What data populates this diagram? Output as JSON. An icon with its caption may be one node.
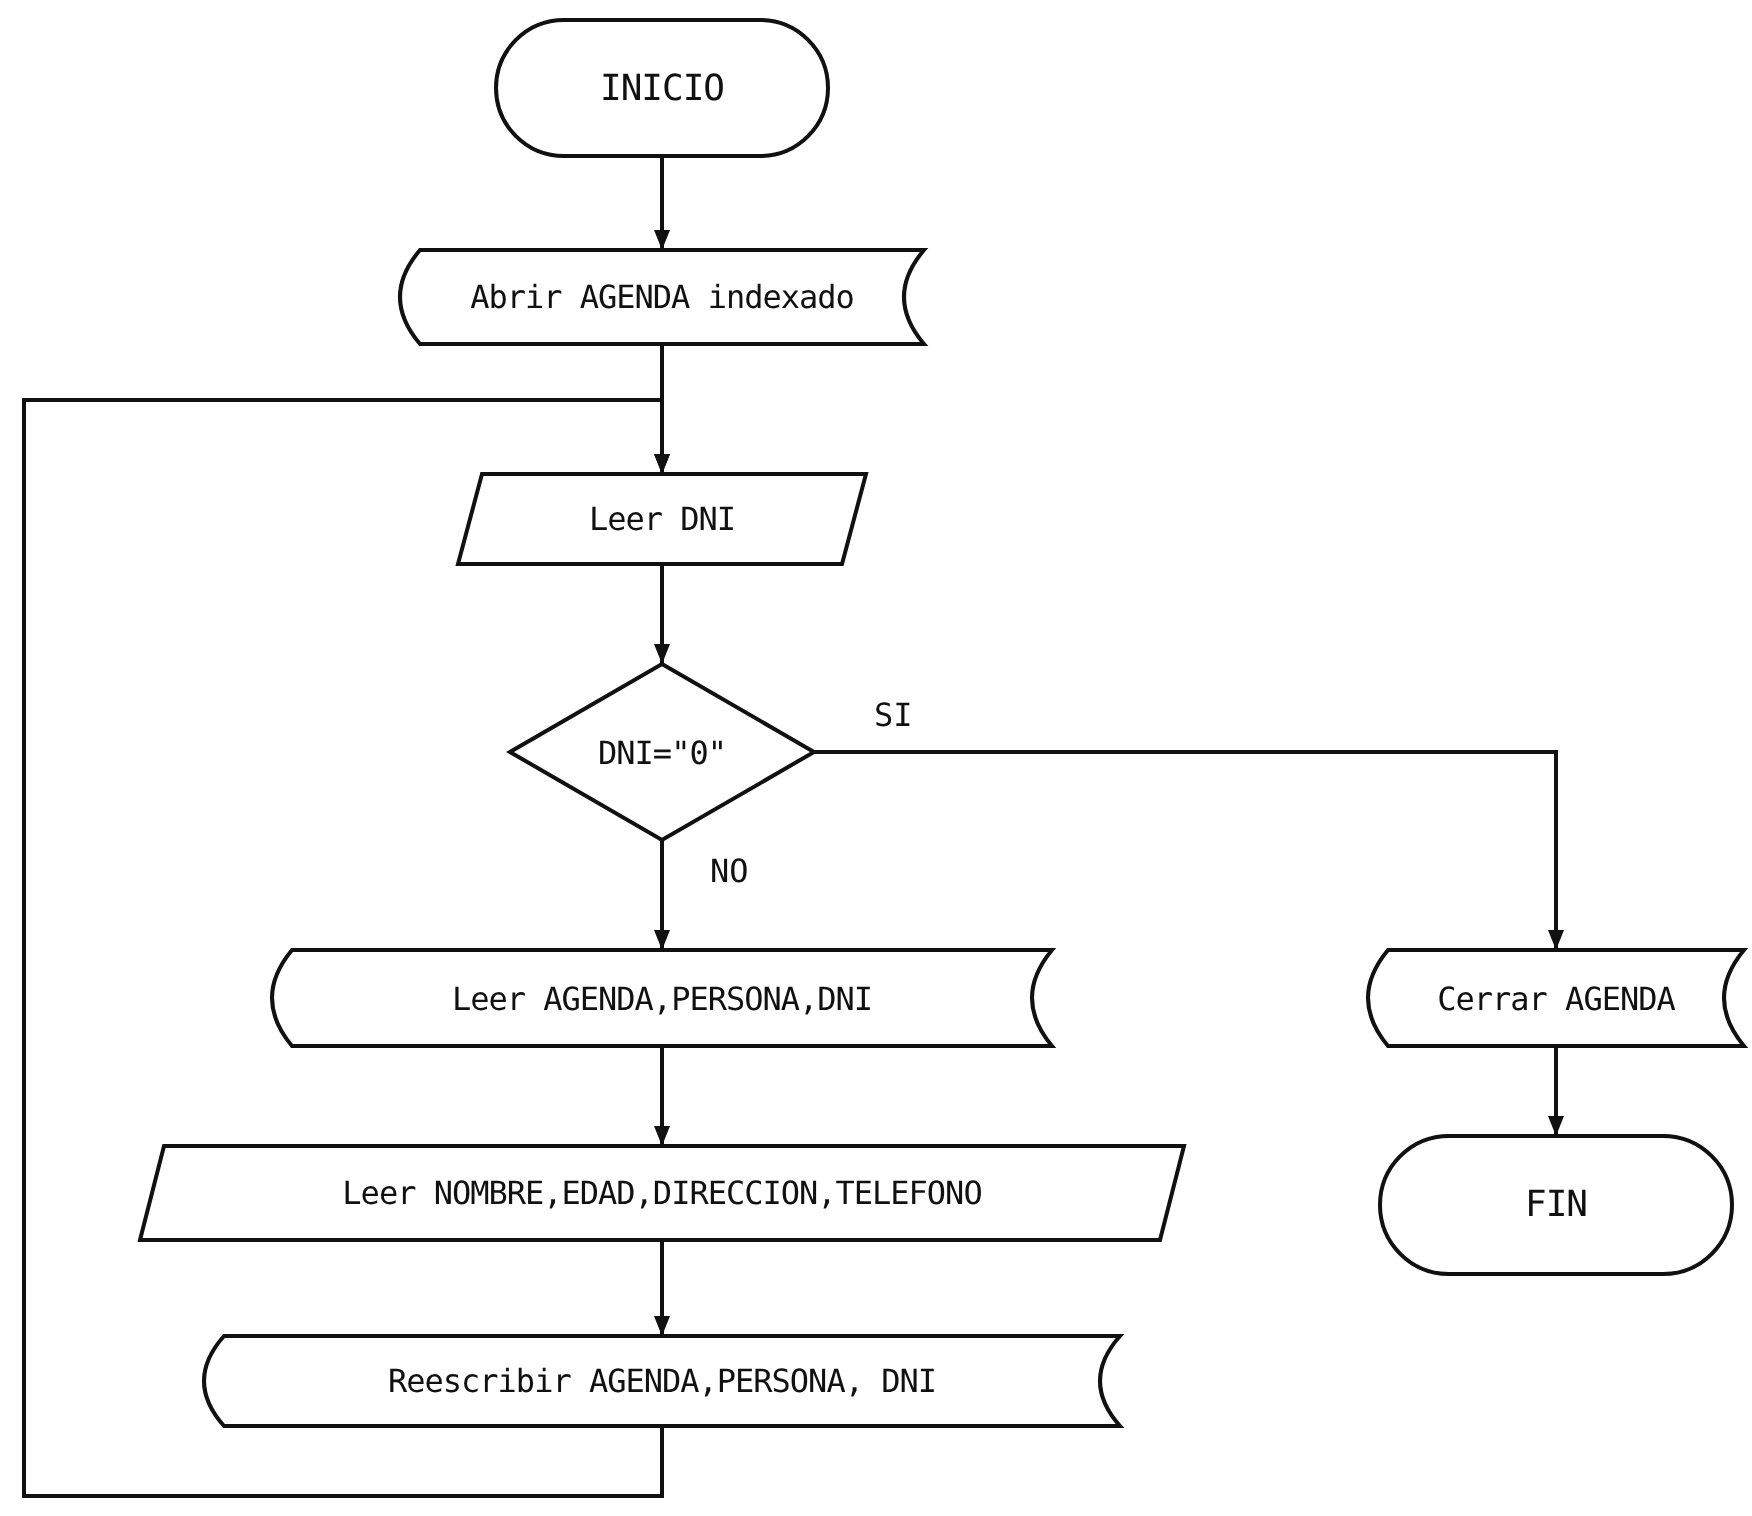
{
  "diagram": {
    "nodes": [
      {
        "text": [
          "INICIO"
        ]
      },
      {
        "text": [
          "Abrir AGENDA indexado"
        ]
      },
      {
        "text": [
          "Leer DNI"
        ]
      },
      {
        "text": [
          "DNI=\"0\""
        ]
      },
      {
        "text": [
          "Leer AGENDA,PERSONA,DNI"
        ]
      },
      {
        "text": [
          "Leer NOMBRE,EDAD,DIRECCION,TELEFONO"
        ]
      },
      {
        "text": [
          "Reescribir AGENDA,PERSONA, DNI"
        ]
      },
      {
        "text": [
          "Cerrar AGENDA"
        ]
      },
      {
        "text": [
          "FIN"
        ]
      }
    ],
    "edges": [
      {
        "from": 0,
        "to": 1,
        "arrow": "to"
      },
      {
        "from": 1,
        "to": 2,
        "arrow": "to"
      },
      {
        "from": 2,
        "to": 3,
        "arrow": "to"
      },
      {
        "from": 3,
        "to": 7,
        "arrow": "to",
        "label": "SI"
      },
      {
        "from": 3,
        "to": 4,
        "arrow": "to",
        "label": "NO"
      },
      {
        "from": 4,
        "to": 5,
        "arrow": "to"
      },
      {
        "from": 5,
        "to": 6,
        "arrow": "to"
      },
      {
        "from": 6,
        "to": 2,
        "arrow": "to"
      },
      {
        "from": 7,
        "to": 8,
        "arrow": "to"
      }
    ]
  }
}
